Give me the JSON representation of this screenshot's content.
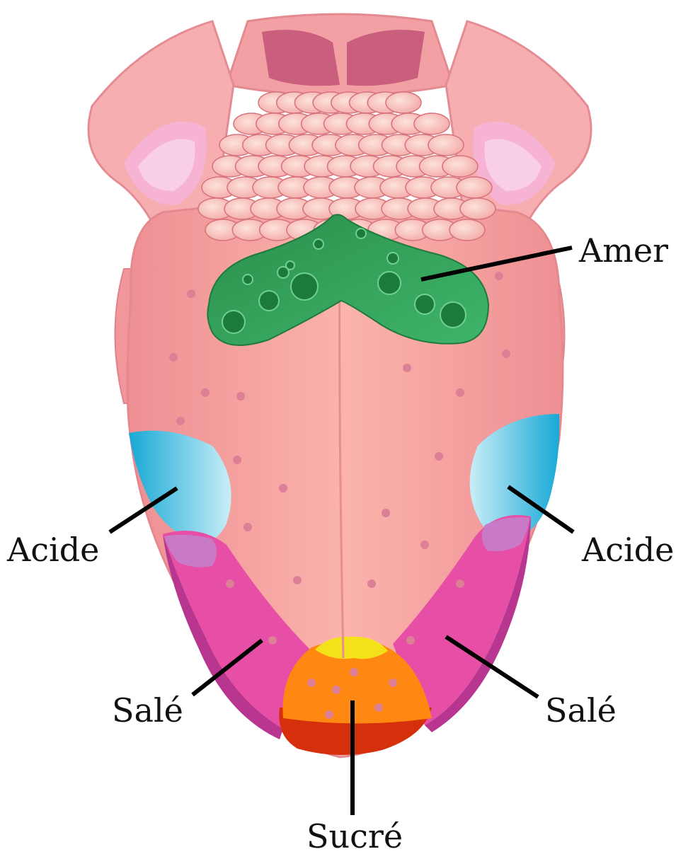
{
  "diagram": {
    "labels": {
      "bitter": "Amer",
      "sour_left": "Acide",
      "sour_right": "Acide",
      "salty_left": "Salé",
      "salty_right": "Salé",
      "sweet": "Sucré"
    },
    "colors": {
      "tongue": "#f6a3a1",
      "tongue_edge": "#e98a8c",
      "bitter": "#2e9a55",
      "sour": "#27b7db",
      "salty": "#e94fa9",
      "sweet": "#ff8a12",
      "sweet_tip": "#f1e21a",
      "sweet_edge": "#d9300c",
      "leader": "#000000"
    }
  }
}
